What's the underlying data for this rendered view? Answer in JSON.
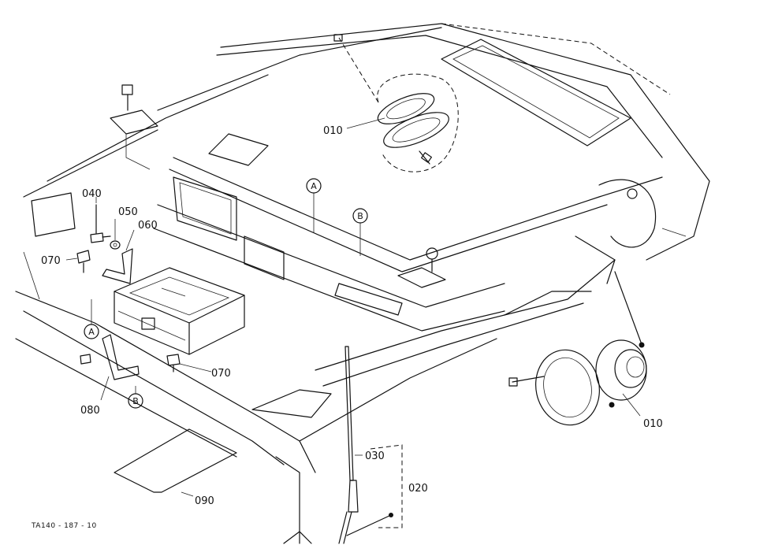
{
  "diagram": {
    "part_labels": {
      "p010_top": "010",
      "p010_right": "010",
      "p020": "020",
      "p030": "030",
      "p040": "040",
      "p050": "050",
      "p060": "060",
      "p070_left": "070",
      "p070_mid": "070",
      "p080": "080",
      "p090": "090"
    },
    "reference_marks": {
      "a_top": "A",
      "b_top": "B",
      "a_left": "A",
      "b_bottom": "B"
    },
    "figure_code": "TA140 - 187 - 10"
  }
}
